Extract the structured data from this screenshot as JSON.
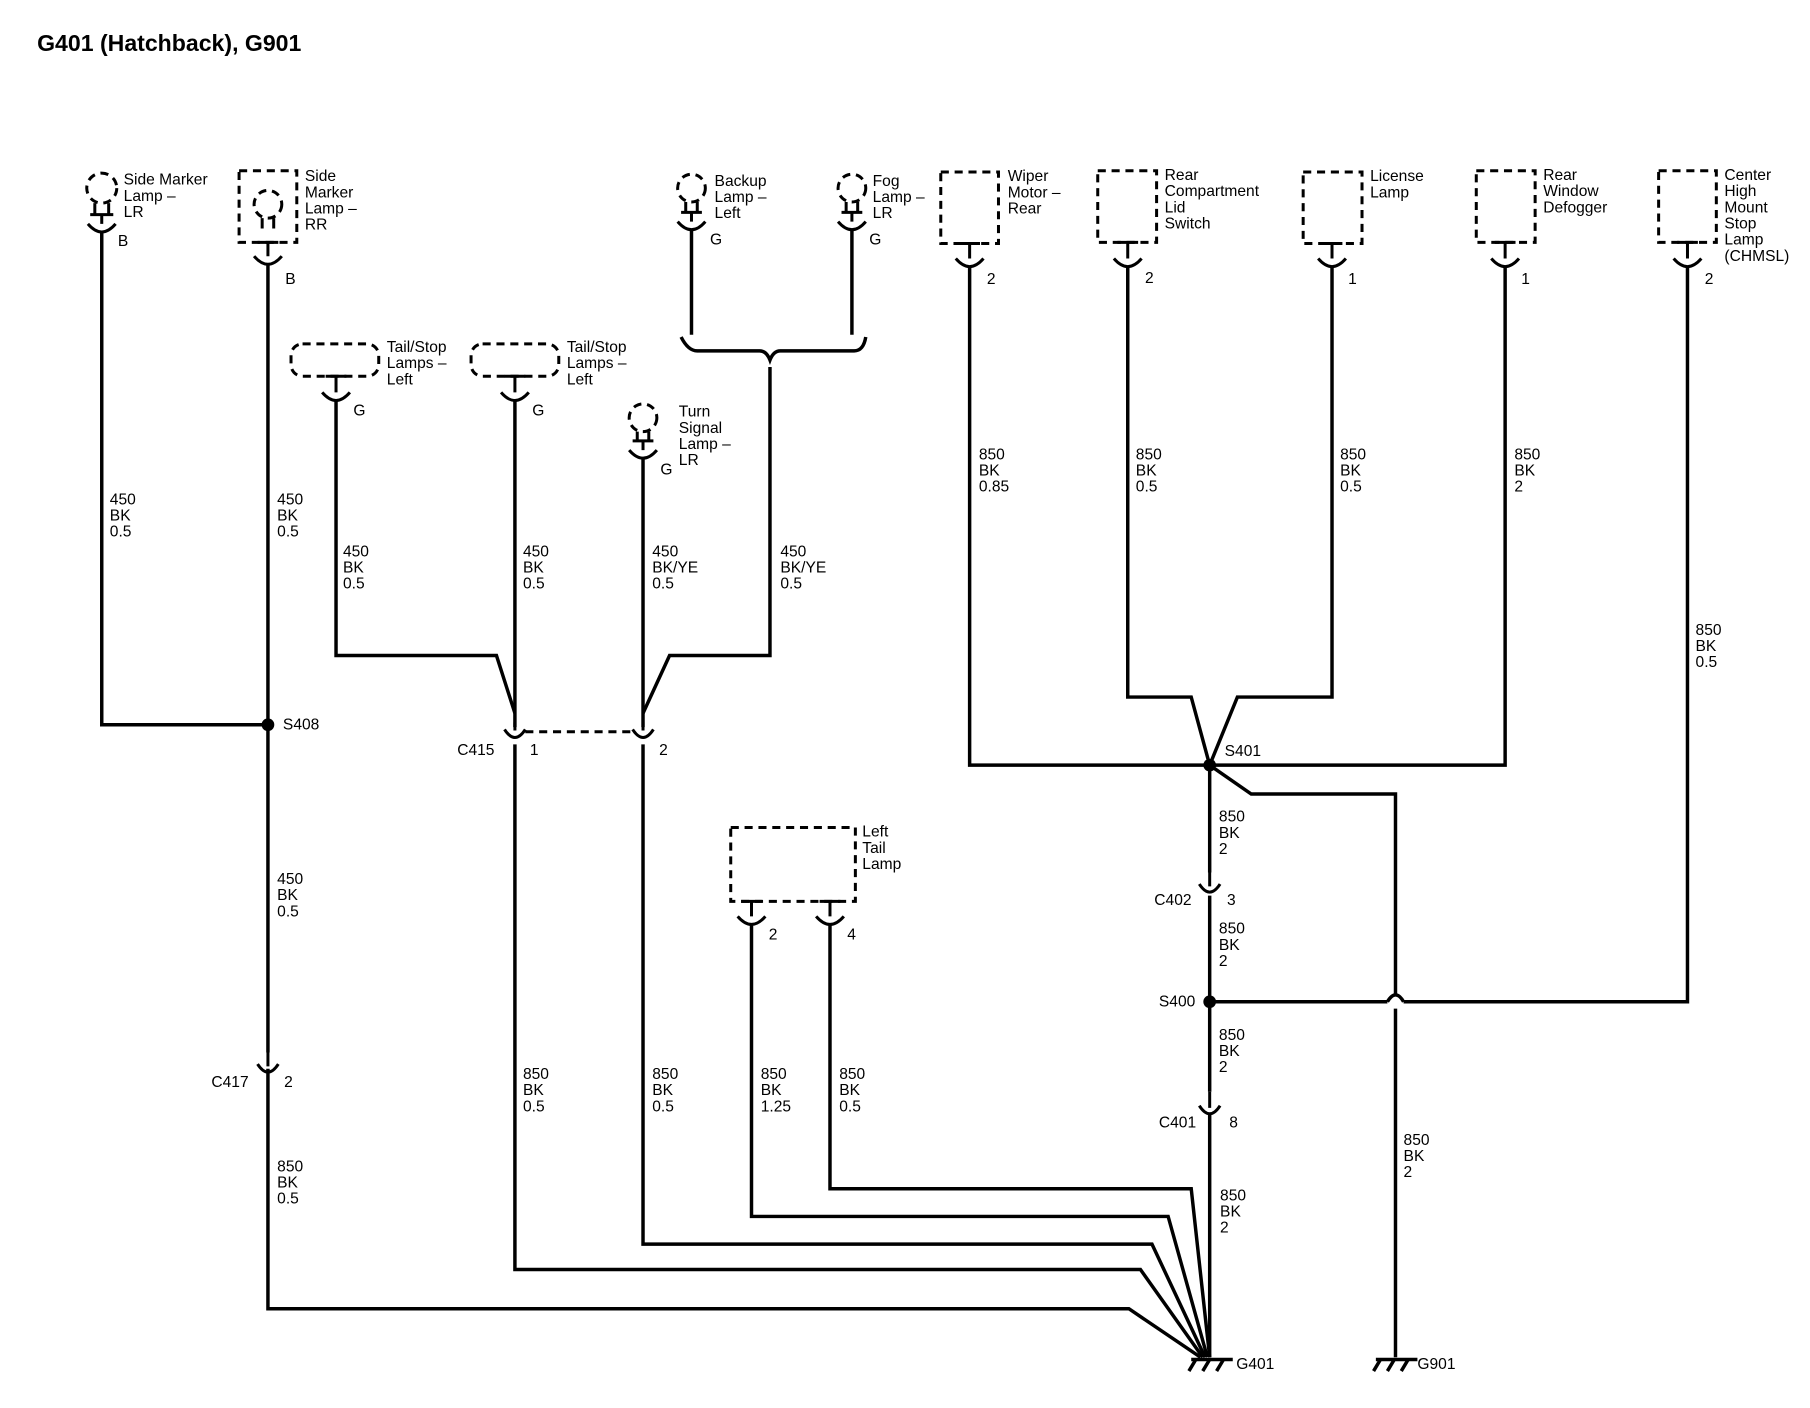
{
  "title": "G401 (Hatchback), G901",
  "components": {
    "side_marker_lr": [
      "Side Marker",
      "Lamp –",
      "LR"
    ],
    "side_marker_rr": [
      "Side",
      "Marker",
      "Lamp –",
      "RR"
    ],
    "tail_stop_left_1": [
      "Tail/Stop",
      "Lamps –",
      "Left"
    ],
    "tail_stop_left_2": [
      "Tail/Stop",
      "Lamps –",
      "Left"
    ],
    "turn_signal_lr": [
      "Turn",
      "Signal",
      "Lamp –",
      "LR"
    ],
    "backup_left": [
      "Backup",
      "Lamp –",
      "Left"
    ],
    "fog_lr": [
      "Fog",
      "Lamp –",
      "LR"
    ],
    "wiper_rear": [
      "Wiper",
      "Motor –",
      "Rear"
    ],
    "rear_compartment": [
      "Rear",
      "Compartment",
      "Lid",
      "Switch"
    ],
    "license": [
      "License",
      "Lamp"
    ],
    "rear_defogger": [
      "Rear",
      "Window",
      "Defogger"
    ],
    "chmsl": [
      "Center",
      "High",
      "Mount",
      "Stop",
      "Lamp",
      "(CHMSL)"
    ],
    "left_tail": [
      "Left",
      "Tail",
      "Lamp"
    ]
  },
  "pins": {
    "side_marker_lr": "B",
    "side_marker_rr": "B",
    "tail_stop_left_1": "G",
    "tail_stop_left_2": "G",
    "turn_signal_lr": "G",
    "backup_left": "G",
    "fog_lr": "G",
    "wiper_rear": "2",
    "rear_compartment": "2",
    "license": "1",
    "rear_defogger": "1",
    "chmsl": "2",
    "left_tail_a": "2",
    "left_tail_b": "4"
  },
  "wires": {
    "w1": [
      "450",
      "BK",
      "0.5"
    ],
    "w2": [
      "450",
      "BK",
      "0.5"
    ],
    "w3": [
      "450",
      "BK",
      "0.5"
    ],
    "w4": [
      "450",
      "BK",
      "0.5"
    ],
    "w5": [
      "450",
      "BK/YE",
      "0.5"
    ],
    "w6": [
      "450",
      "BK/YE",
      "0.5"
    ],
    "w7": [
      "850",
      "BK",
      "0.85"
    ],
    "w8": [
      "850",
      "BK",
      "0.5"
    ],
    "w9": [
      "850",
      "BK",
      "0.5"
    ],
    "w10": [
      "850",
      "BK",
      "2"
    ],
    "w11": [
      "850",
      "BK",
      "0.5"
    ],
    "w12": [
      "450",
      "BK",
      "0.5"
    ],
    "w13": [
      "850",
      "BK",
      "2"
    ],
    "w14": [
      "850",
      "BK",
      "2"
    ],
    "w15": [
      "850",
      "BK",
      "2"
    ],
    "w16": [
      "850",
      "BK",
      "0.5"
    ],
    "w17": [
      "850",
      "BK",
      "0.5"
    ],
    "w18": [
      "850",
      "BK",
      "0.5"
    ],
    "w19": [
      "850",
      "BK",
      "1.25"
    ],
    "w20": [
      "850",
      "BK",
      "0.5"
    ],
    "w21": [
      "850",
      "BK",
      "2"
    ],
    "w22": [
      "850",
      "BK",
      "2"
    ]
  },
  "splices": {
    "s408": "S408",
    "s401": "S401",
    "s400": "S400"
  },
  "connectors": {
    "c415": "C415",
    "c415_pin1": "1",
    "c415_pin2": "2",
    "c402": "C402",
    "c402_pin": "3",
    "c401": "C401",
    "c401_pin": "8",
    "c417": "C417",
    "c417_pin": "2"
  },
  "grounds": {
    "g401": "G401",
    "g901": "G901"
  }
}
